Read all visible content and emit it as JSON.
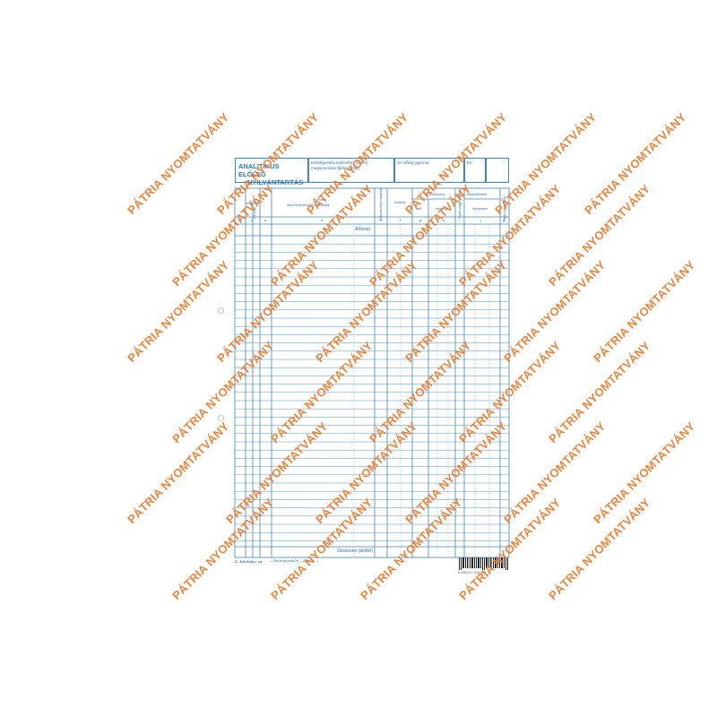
{
  "form": {
    "title_line1": "ANALITIKUS ELŐLEG",
    "title_line2": "NYILVÁNTARTÁS",
    "header_field1_line1": "Költségvetési intézmény (szerv)",
    "header_field1_line2": "megnevezése (bélyegzője):",
    "header_field2": "Az előleg jogcíme:",
    "header_field3": "Év:",
    "columns": {
      "kelt": "Kelt",
      "hovonap": "Hó   nap",
      "szoveg_line1": "Szöveg",
      "szoveg_line2": "név és bizonylat sorszáma",
      "elszamolasi": "Elszámolási határidő",
      "kiadva": "Kiadva",
      "elszamolva": "Elszámolva",
      "elsz_kelt": "kelt",
      "elsz_osszeg": "összeg",
      "nyari": "Nyári vagy határidő",
      "visszafizetve": "Visszafizetve",
      "vissza_osszesen": "összesen",
      "naplo": "Napló lapszáma"
    },
    "letters": [
      "a",
      "b",
      "c",
      "d",
      "e",
      "f",
      "g",
      "h",
      "i",
      "j",
      "k"
    ],
    "athozat": "Áthozat",
    "osszesen": "Összesen (átvitel)",
    "footer_code": "C. 318-32/b r. sz.",
    "footer_publisher": "– Pátria Nyomda Zrt. – (Fax: 1-... )",
    "barcode_number": "5 990127 014597"
  },
  "watermark": {
    "text": "PÁTRIA NYOMTATVÁNY",
    "color": "#f07a2a"
  },
  "colors": {
    "line": "#3c86c2",
    "text": "#2a6fa8"
  }
}
